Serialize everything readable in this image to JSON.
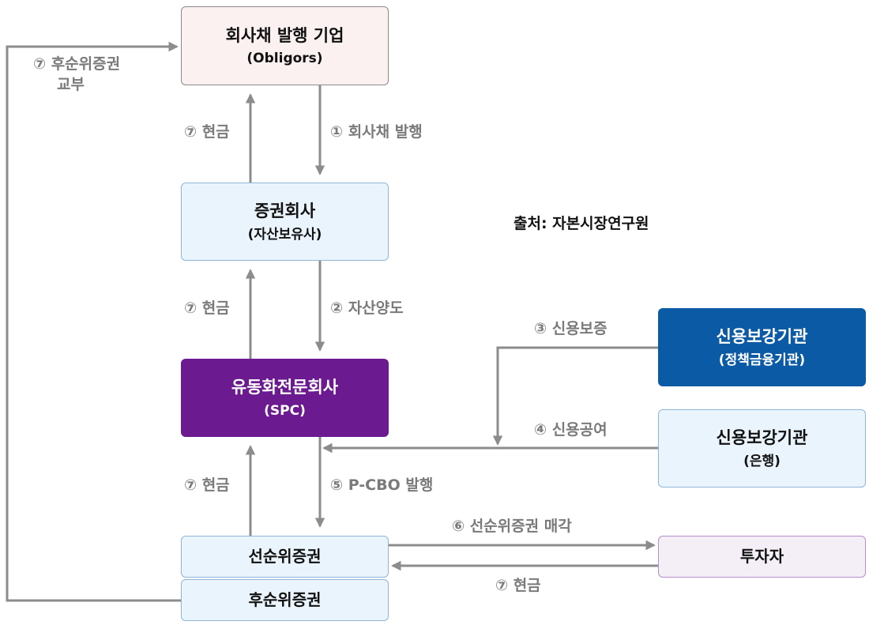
{
  "source": "출처: 자본시장연구원",
  "colors": {
    "arrow": "#8c8c8c",
    "label": "#7a7a7a",
    "box_light_fill": "#eaf4fc",
    "box_light_border": "#8fb6d6",
    "obligor_fill": "#fbf1f1",
    "spc_fill": "#6b1a8f",
    "guarantor_fill": "#0b5aa6",
    "investor_fill": "#f4eef7",
    "investor_border": "#b58fd0"
  },
  "nodes": {
    "obligors": {
      "line1": "회사채 발행 기업",
      "line2": "(Obligors)"
    },
    "securities": {
      "line1": "증권회사",
      "line2": "(자산보유사)"
    },
    "spc": {
      "line1": "유동화전문회사",
      "line2": "(SPC)"
    },
    "guarantor_policy": {
      "line1": "신용보강기관",
      "line2": "(정책금융기관)"
    },
    "guarantor_bank": {
      "line1": "신용보강기관",
      "line2": "(은행)"
    },
    "senior": {
      "line1": "선순위증권"
    },
    "subordinated": {
      "line1": "후순위증권"
    },
    "investor": {
      "line1": "투자자"
    }
  },
  "labels": {
    "step1": "① 회사채 발행",
    "step2": "② 자산양도",
    "step3": "③ 신용보증",
    "step4": "④ 신용공여",
    "step5": "⑤ P-CBO 발행",
    "step6": "⑥ 선순위증권 매각",
    "cash_top": "⑦ 현금",
    "cash_mid": "⑦ 현금",
    "cash_low": "⑦ 현금",
    "cash_investor": "⑦ 현금",
    "sub_deliver_line1": "⑦ 후순위증권",
    "sub_deliver_line2": "교부"
  }
}
